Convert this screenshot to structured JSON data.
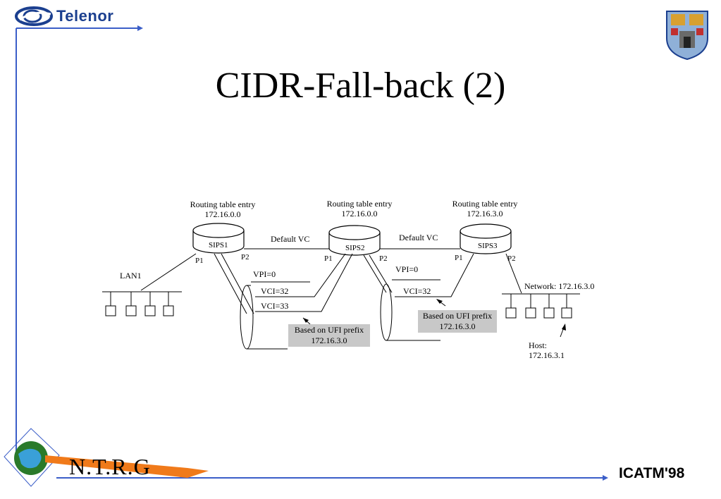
{
  "header": {
    "brand": "Telenor",
    "title": "CIDR-Fall-back (2)"
  },
  "footer": {
    "group": "N.T.R.G",
    "conference": "ICATM'98"
  },
  "colors": {
    "accent": "#3b5ec8",
    "brand_blue": "#1b3f8f",
    "arrow_orange": "#f07a1a",
    "box_gray": "#c8c8c8"
  },
  "diagram": {
    "routers": [
      {
        "name": "SIPS1",
        "entry_title": "Routing table entry",
        "entry_prefix": "172.16.0.0"
      },
      {
        "name": "SIPS2",
        "entry_title": "Routing table entry",
        "entry_prefix": "172.16.0.0"
      },
      {
        "name": "SIPS3",
        "entry_title": "Routing table entry",
        "entry_prefix": "172.16.3.0"
      }
    ],
    "ports": {
      "p1": "P1",
      "p2": "P2"
    },
    "links": {
      "default_vc_1": "Default VC",
      "default_vc_2": "Default VC"
    },
    "lan1": "LAN1",
    "vc1": {
      "vpi": "VPI=0",
      "vci_a": "VCI=32",
      "vci_b": "VCI=33"
    },
    "vc2": {
      "vpi": "VPI=0",
      "vci": "VCI=32"
    },
    "note1": {
      "line1": "Based on UFI prefix",
      "line2": "172.16.3.0"
    },
    "note2": {
      "line1": "Based on UFI prefix",
      "line2": "172.16.3.0"
    },
    "network": "Network: 172.16.3.0",
    "host": {
      "line1": "Host:",
      "line2": "172.16.3.1"
    }
  }
}
